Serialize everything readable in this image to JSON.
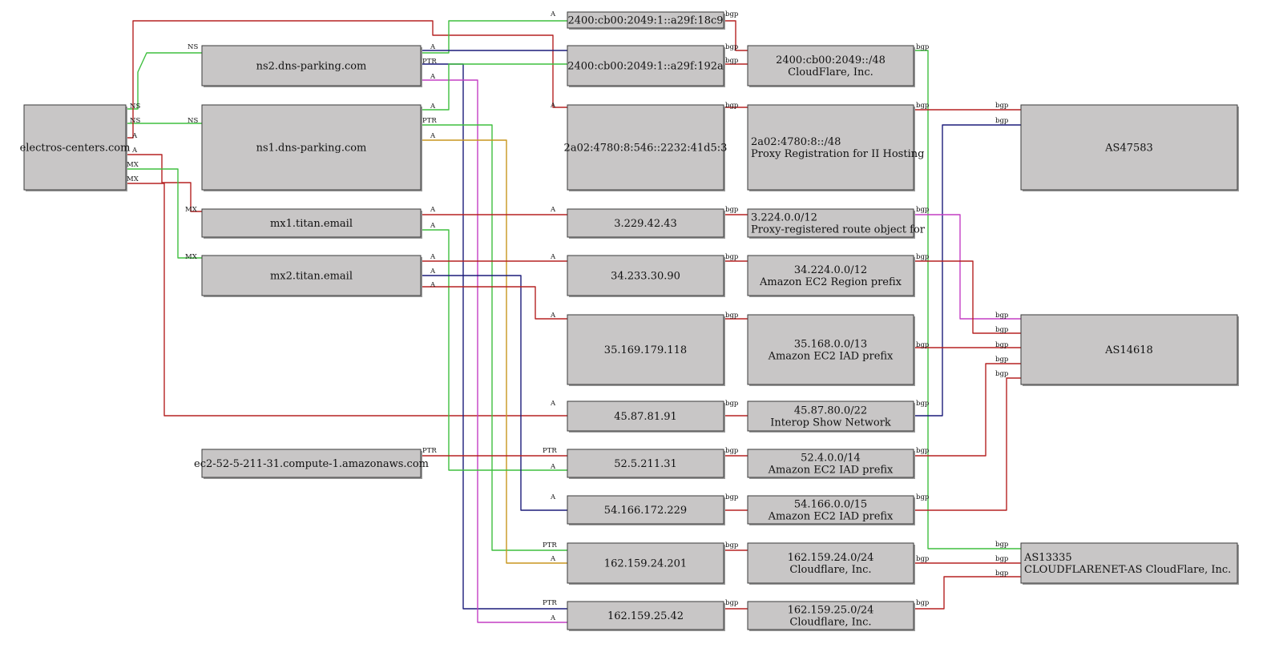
{
  "colors": {
    "red": "#b52222",
    "green": "#3fbf3f",
    "navy": "#1c1c7a",
    "magenta": "#c43fc4",
    "gold": "#c8961e",
    "node_fill": "#c8c6c6"
  },
  "nodes": {
    "root": "electros-centers.com",
    "ns2": "ns2.dns-parking.com",
    "ns1": "ns1.dns-parking.com",
    "mx1": "mx1.titan.email",
    "mx2": "mx2.titan.email",
    "ec2host": "ec2-52-5-211-31.compute-1.amazonaws.com",
    "ip6a": "2400:cb00:2049:1::a29f:18c9",
    "ip6b": "2400:cb00:2049:1::a29f:192a",
    "ip6c": "2a02:4780:8:546::2232:41d5:3",
    "ip1": "3.229.42.43",
    "ip2": "34.233.30.90",
    "ip3": "35.169.179.118",
    "ip4": "45.87.81.91",
    "ip5": "52.5.211.31",
    "ip6": "54.166.172.229",
    "ip7": "162.159.24.201",
    "ip8": "162.159.25.42",
    "pfx1": [
      "2400:cb00:2049::/48",
      "CloudFlare, Inc."
    ],
    "pfx2": [
      "2a02:4780:8::/48",
      "Proxy Registration for II Hosting"
    ],
    "pfx3": [
      "3.224.0.0/12",
      "Proxy-registered route object for"
    ],
    "pfx4": [
      "34.224.0.0/12",
      "Amazon EC2 Region prefix"
    ],
    "pfx5": [
      "35.168.0.0/13",
      "Amazon EC2 IAD prefix"
    ],
    "pfx6": [
      "45.87.80.0/22",
      "Interop Show Network"
    ],
    "pfx7": [
      "52.4.0.0/14",
      "Amazon EC2 IAD prefix"
    ],
    "pfx8": [
      "54.166.0.0/15",
      "Amazon EC2 IAD prefix"
    ],
    "pfx9": [
      "162.159.24.0/24",
      "Cloudflare, Inc."
    ],
    "pfx10": [
      "162.159.25.0/24",
      "Cloudflare, Inc."
    ],
    "as1": "AS47583",
    "as2": "AS14618",
    "as3": [
      "AS13335",
      "CLOUDFLARENET-AS CloudFlare, Inc."
    ]
  },
  "edge_labels": {
    "ns": "NS",
    "a": "A",
    "mx": "MX",
    "ptr": "PTR",
    "bgp": "bgp"
  }
}
